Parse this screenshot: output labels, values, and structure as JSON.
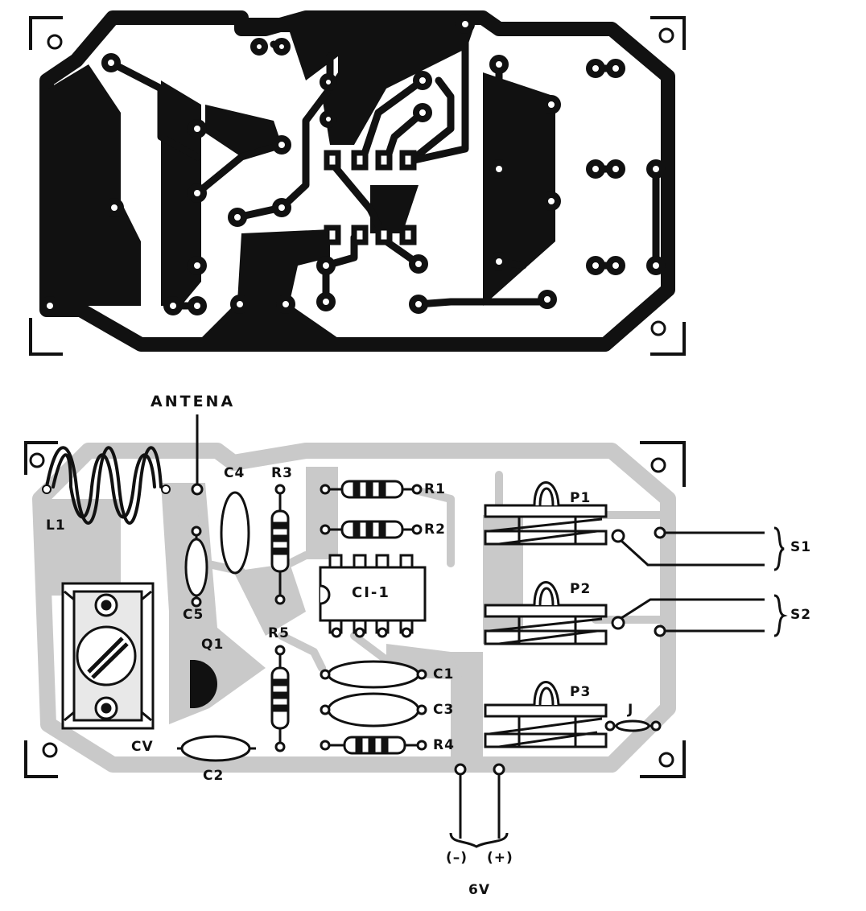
{
  "labels": {
    "antena": "ANTENA",
    "l1": "L1",
    "c4": "C4",
    "r3": "R3",
    "r1": "R1",
    "r2": "R2",
    "p1": "P1",
    "s1": "S1",
    "c5": "C5",
    "ci1": "CI-1",
    "p2": "P2",
    "s2": "S2",
    "q1": "Q1",
    "r5": "R5",
    "c1": "C1",
    "c3": "C3",
    "p3": "P3",
    "j": "J",
    "cv": "CV",
    "c2": "C2",
    "r4": "R4",
    "neg": "(–)",
    "pos": "(+)",
    "supply": "6V"
  },
  "colors": {
    "copper": "#111111",
    "board": "#c9c9c9",
    "ink": "#111111",
    "paper": "#ffffff"
  }
}
